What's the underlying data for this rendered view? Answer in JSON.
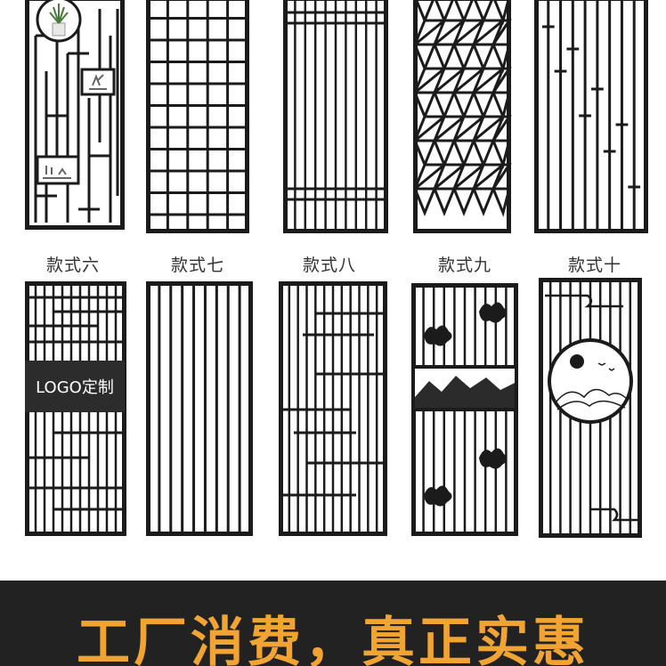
{
  "colors": {
    "frame": "#1b1b1b",
    "background": "#ffffff",
    "banner_bg": "#222222",
    "banner_text": "#f2a433",
    "label_text": "#333333"
  },
  "labels": {
    "style6": "款式六",
    "style7": "款式七",
    "style8": "款式八",
    "style9": "款式九",
    "style10": "款式十"
  },
  "logo_box_text": "LOGO定制",
  "banner": {
    "text": "工厂消费，真正实惠"
  },
  "icons": {
    "plant": "potted-plant-icon",
    "shelf": "shelf-decor-icon",
    "cloud": "auspicious-cloud-icon",
    "mountain": "mountain-landscape-icon",
    "moon": "moon-landscape-icon"
  }
}
